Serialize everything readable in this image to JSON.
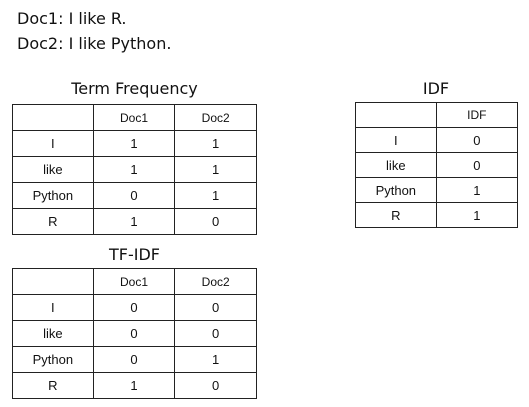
{
  "docs": [
    {
      "label": "Doc1: I like R."
    },
    {
      "label": "Doc2: I like Python."
    }
  ],
  "tf": {
    "title": "Term Frequency",
    "header": [
      "",
      "Doc1",
      "Doc2"
    ],
    "rows": [
      [
        "I",
        "1",
        "1"
      ],
      [
        "like",
        "1",
        "1"
      ],
      [
        "Python",
        "0",
        "1"
      ],
      [
        "R",
        "1",
        "0"
      ]
    ]
  },
  "idf": {
    "title": "IDF",
    "header": [
      "",
      "IDF"
    ],
    "rows": [
      [
        "I",
        "0"
      ],
      [
        "like",
        "0"
      ],
      [
        "Python",
        "1"
      ],
      [
        "R",
        "1"
      ]
    ]
  },
  "tfidf": {
    "title": "TF-IDF",
    "header": [
      "",
      "Doc1",
      "Doc2"
    ],
    "rows": [
      [
        "I",
        "0",
        "0"
      ],
      [
        "like",
        "0",
        "0"
      ],
      [
        "Python",
        "0",
        "1"
      ],
      [
        "R",
        "1",
        "0"
      ]
    ]
  }
}
